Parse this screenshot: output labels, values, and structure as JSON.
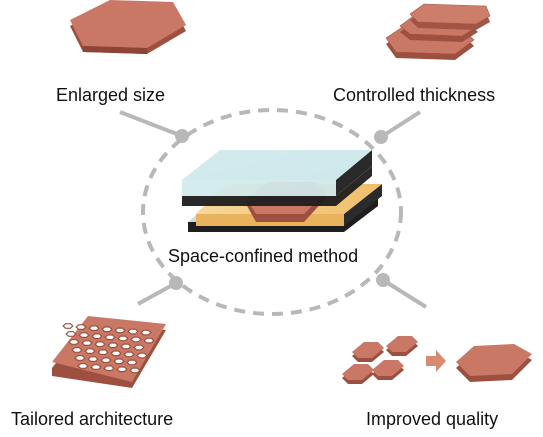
{
  "labels": {
    "top_left": "Enlarged size",
    "top_right": "Controlled thickness",
    "center": "Space-confined method",
    "bottom_left": "Tailored architecture",
    "bottom_right": "Improved quality"
  },
  "colors": {
    "crystal_top": "#c87864",
    "crystal_side": "#9e5040",
    "glass": "#c8e2e6",
    "glass_edge": "#1e1e1e",
    "substrate": "#f2c87a",
    "dashes": "#b4b4b4",
    "arrow": "#d98a70"
  }
}
